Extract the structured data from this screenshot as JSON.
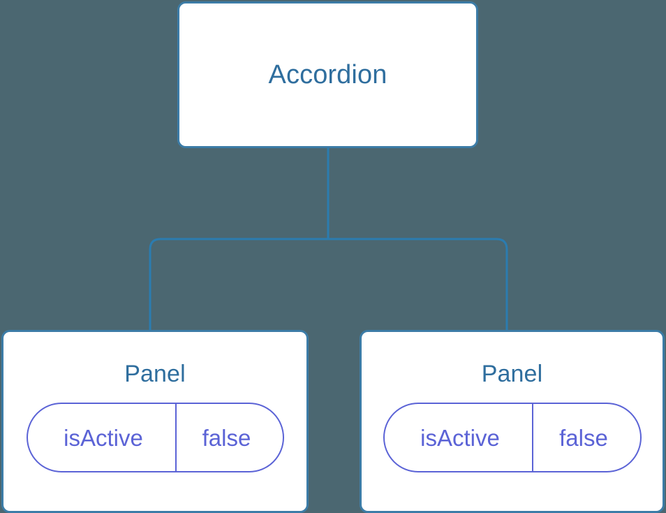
{
  "diagram": {
    "background_color": "#4b6771",
    "node_border_color": "#3c7ca7",
    "node_title_color": "#2f6e9e",
    "state_color": "#5b63d6",
    "connector_color": "#2b7cb0",
    "root": {
      "title": "Accordion"
    },
    "children": [
      {
        "title": "Panel",
        "state": {
          "key": "isActive",
          "value": "false"
        }
      },
      {
        "title": "Panel",
        "state": {
          "key": "isActive",
          "value": "false"
        }
      }
    ]
  }
}
